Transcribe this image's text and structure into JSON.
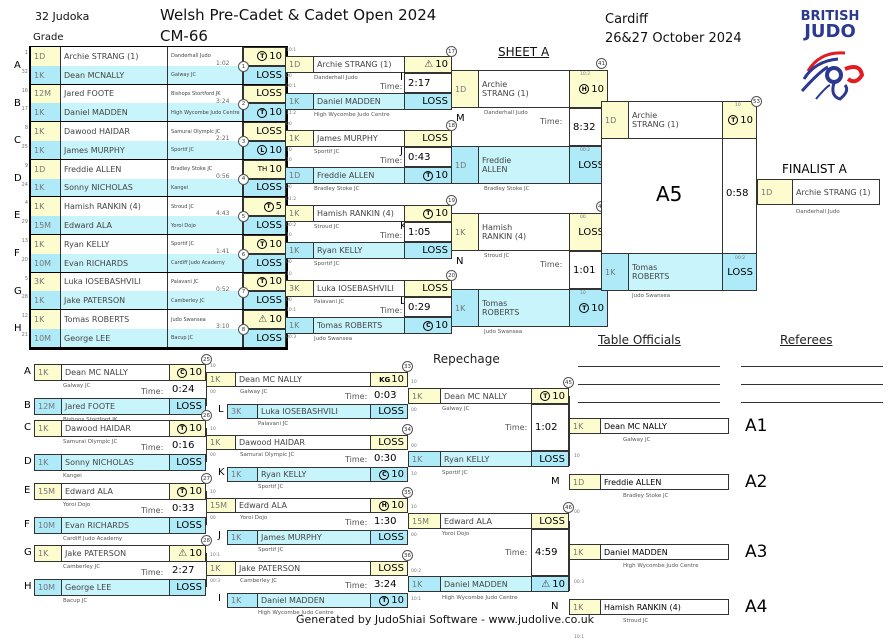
{
  "header": {
    "judoka_count": "32 Judoka",
    "event_title": "Welsh Pre-Cadet & Cadet Open 2024",
    "category": "CM-66",
    "location": "Cardiff",
    "dates": "26&27 October 2024",
    "grade_label": "Grade",
    "sheet": "SHEET A",
    "logo_line1": "BRITISH",
    "logo_line2": "JUDO"
  },
  "round1": [
    {
      "pool": "A",
      "match": "1",
      "time": "1:02",
      "white": {
        "seed": "1",
        "grade": "1D",
        "name": "Archie STRANG (1)",
        "club": "Danderhall Judo",
        "result": "10",
        "icon": "T"
      },
      "blue": {
        "seed": "32",
        "grade": "1K",
        "name": "Dean MCNALLY",
        "club": "Galway JC",
        "result": "LOSS",
        "icon": ""
      }
    },
    {
      "pool": "B",
      "match": "2",
      "time": "3:24",
      "white": {
        "seed": "16",
        "grade": "12M",
        "name": "Jared FOOTE",
        "club": "Bishops Stortford JK",
        "result": "LOSS",
        "icon": ""
      },
      "blue": {
        "seed": "17",
        "grade": "1K",
        "name": "Daniel MADDEN",
        "club": "High Wycombe Judo Centre",
        "result": "10",
        "icon": "T"
      }
    },
    {
      "pool": "C",
      "match": "3",
      "time": "2:21",
      "white": {
        "seed": "8",
        "grade": "1K",
        "name": "Dawood HAIDAR",
        "club": "Samurai Olympic JC",
        "result": "LOSS",
        "icon": ""
      },
      "blue": {
        "seed": "25",
        "grade": "1K",
        "name": "James MURPHY",
        "club": "Sportif JC",
        "result": "10",
        "icon": "L"
      }
    },
    {
      "pool": "D",
      "match": "4",
      "time": "0:56",
      "white": {
        "seed": "9",
        "grade": "1D",
        "name": "Freddie ALLEN",
        "club": "Bradley Stoke JC",
        "result": "10",
        "icon": "TH"
      },
      "blue": {
        "seed": "24",
        "grade": "1K",
        "name": "Sonny NICHOLAS",
        "club": "Kangei",
        "result": "LOSS",
        "icon": ""
      }
    },
    {
      "pool": "E",
      "match": "5",
      "time": "4:43",
      "white": {
        "seed": "4",
        "grade": "1K",
        "name": "Hamish RANKIN (4)",
        "club": "Stroud JC",
        "result": "5",
        "icon": "T"
      },
      "blue": {
        "seed": "29",
        "grade": "15M",
        "name": "Edward ALA",
        "club": "Yoroi Dojo",
        "result": "LOSS",
        "icon": ""
      }
    },
    {
      "pool": "F",
      "match": "6",
      "time": "1:41",
      "white": {
        "seed": "13",
        "grade": "1K",
        "name": "Ryan KELLY",
        "club": "Sportif JC",
        "result": "10",
        "icon": "T"
      },
      "blue": {
        "seed": "20",
        "grade": "10M",
        "name": "Evan RICHARDS",
        "club": "Cardiff Judo Academy",
        "result": "LOSS",
        "icon": ""
      }
    },
    {
      "pool": "G",
      "match": "7",
      "time": "0:52",
      "white": {
        "seed": "5",
        "grade": "3K",
        "name": "Luka IOSEBASHVILI",
        "club": "Palavani JC",
        "result": "10",
        "icon": "T"
      },
      "blue": {
        "seed": "28",
        "grade": "1K",
        "name": "Jake PATERSON",
        "club": "Camberley JC",
        "result": "LOSS",
        "icon": ""
      }
    },
    {
      "pool": "H",
      "match": "8",
      "time": "3:10",
      "white": {
        "seed": "12",
        "grade": "1K",
        "name": "Tomas ROBERTS",
        "club": "Judo Swansea",
        "result": "10",
        "icon": "tri"
      },
      "blue": {
        "seed": "21",
        "grade": "10M",
        "name": "George LEE",
        "club": "Bacup JC",
        "result": "LOSS",
        "icon": ""
      }
    }
  ],
  "round2": [
    {
      "match": "17",
      "letter": "I",
      "time": "2:17",
      "time_label": "Time:",
      "white": {
        "grade": "1D",
        "name": "Archie STRANG (1)",
        "club": "Danderhall Judo",
        "result": "10",
        "icon": "tri",
        "pre": "10:1",
        "post": "00",
        "score": "10:1"
      },
      "blue": {
        "grade": "1K",
        "name": "Daniel MADDEN",
        "club": "High Wycombe Judo Centre",
        "result": "LOSS",
        "icon": "",
        "pre": "00:1",
        "post": "11:2",
        "score": "00:3"
      }
    },
    {
      "match": "18",
      "letter": "J",
      "time": "0:43",
      "time_label": "Time:",
      "white": {
        "grade": "1K",
        "name": "James MURPHY",
        "club": "Sportif JC",
        "result": "LOSS",
        "icon": "",
        "pre": "00",
        "post": "10",
        "score": "00"
      },
      "blue": {
        "grade": "1D",
        "name": "Freddie ALLEN",
        "club": "Bradley Stoke JC",
        "result": "10",
        "icon": "T",
        "pre": "10",
        "post": "00",
        "score": "10"
      }
    },
    {
      "match": "19",
      "letter": "K",
      "time": "1:05",
      "time_label": "Time:",
      "white": {
        "grade": "1K",
        "name": "Hamish RANKIN (4)",
        "club": "Stroud JC",
        "result": "10",
        "icon": "T",
        "pre": "01:2",
        "post": "00:2",
        "score": "10"
      },
      "blue": {
        "grade": "1K",
        "name": "Ryan KELLY",
        "club": "Sportif JC",
        "result": "LOSS",
        "icon": "",
        "pre": "10",
        "post": "00",
        "score": "00"
      }
    },
    {
      "match": "20",
      "letter": "L",
      "time": "0:29",
      "time_label": "Time:",
      "white": {
        "grade": "3K",
        "name": "Luka IOSEBASHVILI",
        "club": "Palavani JC",
        "result": "LOSS",
        "icon": "",
        "pre": "10",
        "post": "00",
        "score": "00"
      },
      "blue": {
        "grade": "1K",
        "name": "Tomas ROBERTS",
        "club": "Judo Swansea",
        "result": "10",
        "icon": "C",
        "pre": "10:1",
        "post": "00:3",
        "score": "10"
      }
    }
  ],
  "round3": [
    {
      "match": "41",
      "letter": "M",
      "time": "8:32",
      "time_label": "Time:",
      "white": {
        "grade": "1D",
        "name1": "Archie",
        "name2": "STRANG (1)",
        "club": "Danderhall Judo",
        "result": "10",
        "icon": "H",
        "score": "10:2"
      },
      "blue": {
        "grade": "1D",
        "name1": "Freddie",
        "name2": "ALLEN",
        "club": "Bradley Stoke JC",
        "result": "LOSS",
        "icon": "",
        "score": "00:2"
      }
    },
    {
      "match": "42",
      "letter": "N",
      "time": "1:01",
      "time_label": "Time:",
      "white": {
        "grade": "1K",
        "name1": "Hamish",
        "name2": "RANKIN (4)",
        "club": "Stroud JC",
        "result": "LOSS",
        "icon": "",
        "score": "00"
      },
      "blue": {
        "grade": "1K",
        "name1": "Tomas",
        "name2": "ROBERTS",
        "club": "Judo Swansea",
        "result": "10",
        "icon": "T",
        "score": "10"
      }
    }
  ],
  "final": {
    "match": "53",
    "label": "A5",
    "time": "0:58",
    "white": {
      "grade": "1D",
      "name1": "Archie",
      "name2": "STRANG (1)",
      "club": "Danderhall Judo",
      "result": "10",
      "icon": "T",
      "score": "10"
    },
    "blue": {
      "grade": "1K",
      "name1": "Tomas",
      "name2": "ROBERTS",
      "club": "Judo Swansea",
      "result": "LOSS",
      "icon": "",
      "score": "00:2"
    }
  },
  "finalist": {
    "title": "FINALIST A",
    "grade": "1D",
    "name": "Archie STRANG (1)",
    "club": "Danderhall Judo"
  },
  "repechage": {
    "title": "Repechage",
    "round1": [
      {
        "match": "25",
        "time": "0:24",
        "white": {
          "pool": "A",
          "grade": "1K",
          "name": "Dean MC NALLY",
          "club": "Galway JC",
          "result": "10",
          "icon": "C"
        },
        "blue": {
          "pool": "B",
          "grade": "12M",
          "name": "Jared FOOTE",
          "club": "Bishops Stortford JK",
          "result": "LOSS",
          "icon": ""
        }
      },
      {
        "match": "26",
        "time": "0:16",
        "white": {
          "pool": "C",
          "grade": "1K",
          "name": "Dawood HAIDAR",
          "club": "Samurai Olympic JC",
          "result": "10",
          "icon": "T"
        },
        "blue": {
          "pool": "D",
          "grade": "1K",
          "name": "Sonny NICHOLAS",
          "club": "Kangei",
          "result": "LOSS",
          "icon": ""
        }
      },
      {
        "match": "27",
        "time": "0:33",
        "white": {
          "pool": "E",
          "grade": "15M",
          "name": "Edward ALA",
          "club": "Yoroi Dojo",
          "result": "10",
          "icon": "T"
        },
        "blue": {
          "pool": "F",
          "grade": "10M",
          "name": "Evan RICHARDS",
          "club": "Cardiff Judo Academy",
          "result": "LOSS",
          "icon": ""
        }
      },
      {
        "match": "28",
        "time": "2:27",
        "white": {
          "pool": "G",
          "grade": "1K",
          "name": "Jake PATERSON",
          "club": "Camberley JC",
          "result": "10",
          "icon": "tri"
        },
        "blue": {
          "pool": "H",
          "grade": "10M",
          "name": "George LEE",
          "club": "Bacup JC",
          "result": "LOSS",
          "icon": ""
        }
      }
    ],
    "round2": [
      {
        "match": "33",
        "time": "0:03",
        "letter": "L",
        "white": {
          "grade": "1K",
          "name": "Dean MC NALLY",
          "club": "Galway JC",
          "result": "10",
          "icon": "KG",
          "pre": "10",
          "post": "00"
        },
        "blue": {
          "grade": "3K",
          "name": "Luka IOSEBASHVILI",
          "club": "Palavani JC",
          "result": "LOSS",
          "icon": ""
        }
      },
      {
        "match": "34",
        "time": "0:30",
        "letter": "K",
        "white": {
          "grade": "1K",
          "name": "Dawood HAIDAR",
          "club": "Samurai Olympic JC",
          "result": "LOSS",
          "icon": "",
          "pre": "10",
          "post": "00"
        },
        "blue": {
          "grade": "1K",
          "name": "Ryan KELLY",
          "club": "Sportif JC",
          "result": "10",
          "icon": "C"
        }
      },
      {
        "match": "35",
        "time": "1:30",
        "letter": "J",
        "white": {
          "grade": "15M",
          "name": "Edward ALA",
          "club": "Yoroi Dojo",
          "result": "10",
          "icon": "H",
          "pre": "10",
          "post": "00"
        },
        "blue": {
          "grade": "1K",
          "name": "James MURPHY",
          "club": "Sportif JC",
          "result": "LOSS",
          "icon": ""
        }
      },
      {
        "match": "36",
        "time": "3:24",
        "letter": "I",
        "white": {
          "grade": "1K",
          "name": "Jake PATERSON",
          "club": "Camberley JC",
          "result": "LOSS",
          "icon": "",
          "pre": "10:1",
          "post": "00:3"
        },
        "blue": {
          "grade": "1K",
          "name": "Daniel MADDEN",
          "club": "High Wycombe Judo Centre",
          "result": "10",
          "icon": "T"
        }
      }
    ],
    "round3": [
      {
        "match": "45",
        "time": "1:02",
        "white": {
          "grade": "1K",
          "name": "Dean MC NALLY",
          "club": "Galway JC",
          "result": "10",
          "icon": "T",
          "pre": "10",
          "post": "00"
        },
        "blue": {
          "grade": "1K",
          "name": "Ryan KELLY",
          "club": "Sportif JC",
          "result": "LOSS",
          "icon": "",
          "pre": "00",
          "post": "10"
        }
      },
      {
        "match": "46",
        "time": "4:59",
        "white": {
          "grade": "15M",
          "name": "Edward ALA",
          "club": "Yoroi Dojo",
          "result": "LOSS",
          "icon": "",
          "pre": "10",
          "post": "00"
        },
        "blue": {
          "grade": "1K",
          "name": "Daniel MADDEN",
          "club": "High Wycombe Judo Centre",
          "result": "10",
          "icon": "tri",
          "pre": "00:2",
          "post": "10:1"
        }
      }
    ]
  },
  "placements": [
    {
      "label": "A1",
      "letter": "",
      "grade": "1K",
      "name": "Dean MC NALLY",
      "club": "Galway JC",
      "score": "10"
    },
    {
      "label": "A2",
      "letter": "M",
      "grade": "1D",
      "name": "Freddie ALLEN",
      "club": "Bradley Stoke JC",
      "score": "00"
    },
    {
      "label": "A3",
      "letter": "",
      "grade": "1K",
      "name": "Daniel MADDEN",
      "club": "High Wycombe Judo Centre",
      "score": "00:3"
    },
    {
      "label": "A4",
      "letter": "N",
      "grade": "1K",
      "name": "Hamish RANKIN (4)",
      "club": "Stroud JC",
      "score": "10:1"
    }
  ],
  "officials": {
    "table_title": "Table Officials",
    "referees_title": "Referees"
  },
  "footer": "Generated by JudoShiai Software - www.judolive.co.uk",
  "time_label": "Time:",
  "colors": {
    "white_cell": "#fdfccf",
    "blue_cell": "#aeeaf8",
    "light_blue": "#c8f4fb",
    "logo_blue": "#2b3990",
    "logo_red": "#e31b23"
  }
}
